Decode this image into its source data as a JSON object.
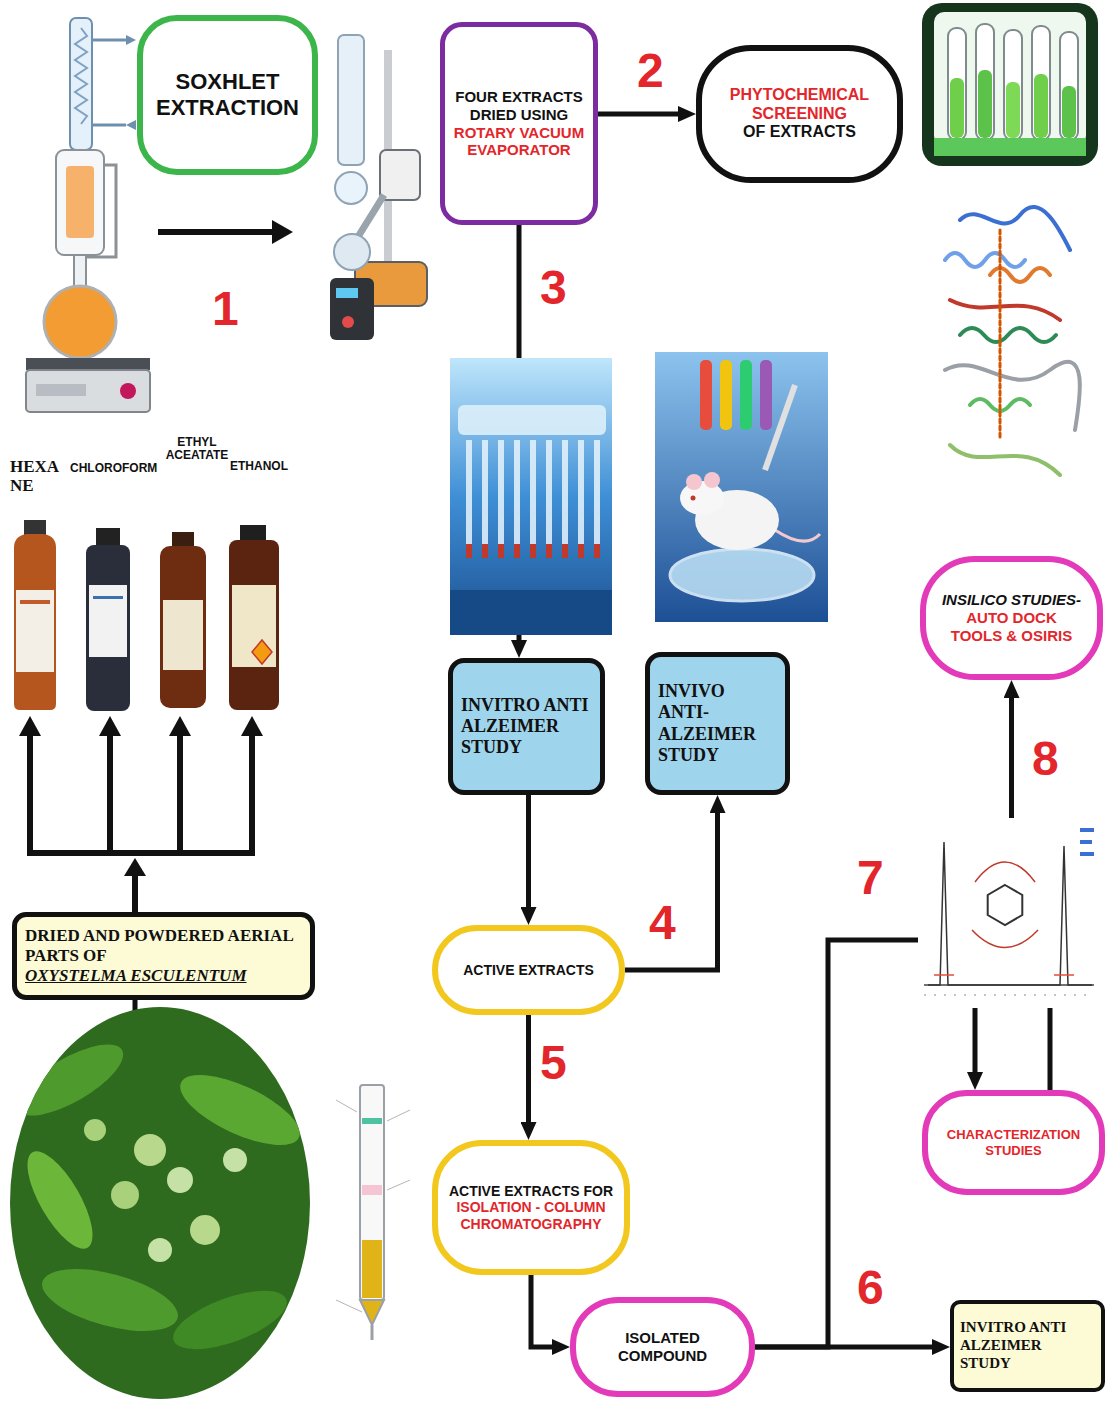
{
  "diagram": {
    "nodes": [
      {
        "text": [
          "SOXHLET EXTRACTION"
        ]
      },
      {
        "text": [
          "FOUR EXTRACTS DRIED USING",
          "ROTARY VACUUM EVAPORATOR"
        ]
      },
      {
        "text": [
          "PHYTOCHEMICAL SCREENING",
          "OF EXTRACTS"
        ]
      },
      {
        "text": [
          "INSILICO STUDIES-",
          "AUTO DOCK TOOLS & OSIRIS"
        ]
      },
      {
        "text": [
          "INVITRO ANTI ALZEIMER STUDY"
        ]
      },
      {
        "text": [
          "INVIVO ANTI-ALZEIMER STUDY"
        ]
      },
      {
        "text": [
          "DRIED AND POWDERED AERIAL PARTS OF",
          "OXYSTELMA ESCULENTUM"
        ]
      },
      {
        "text": [
          "ACTIVE EXTRACTS"
        ]
      },
      {
        "text": [
          "CHARACTERIZATION STUDIES"
        ]
      },
      {
        "text": [
          "ACTIVE EXTRACTS FOR",
          "ISOLATION - COLUMN CHROMATOGRAPHY"
        ]
      },
      {
        "text": [
          "ISOLATED COMPOUND"
        ]
      },
      {
        "text": [
          "INVITRO ANTI ALZEIMER STUDY"
        ]
      }
    ],
    "edges": [
      {
        "from": 1,
        "to": 2,
        "arrow": "to"
      },
      {
        "from": 1,
        "to": 4,
        "arrow": "to"
      },
      {
        "from": 4,
        "to": 7,
        "arrow": "to"
      },
      {
        "from": 7,
        "to": 5,
        "arrow": "to"
      },
      {
        "from": 7,
        "to": 9,
        "arrow": "to"
      },
      {
        "from": 9,
        "to": 10,
        "arrow": "to"
      },
      {
        "from": 10,
        "to": 11,
        "arrow": "to"
      },
      {
        "from": 10,
        "to": 8,
        "arrow": "to"
      },
      {
        "from": 8,
        "to": 3,
        "arrow": "to"
      }
    ],
    "labels": [
      "2",
      "3",
      "1",
      "HEXA NE",
      "CHLOROFORM",
      "ETHYL ACEATATE",
      "ETHANOL",
      "8",
      "7",
      "4",
      "5",
      "6"
    ]
  }
}
